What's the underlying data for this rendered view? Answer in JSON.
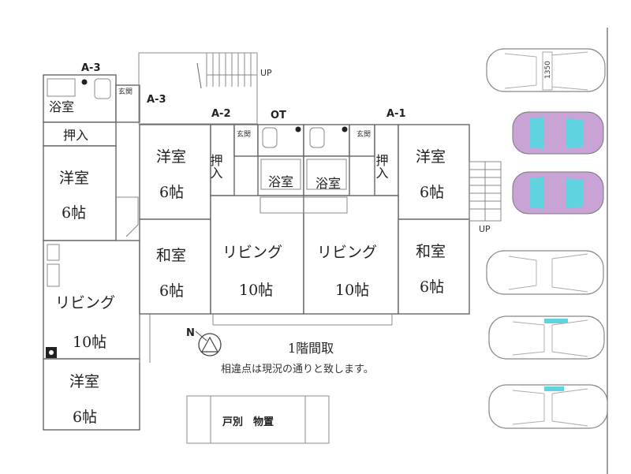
{
  "units": {
    "a3": "A-3",
    "a2": "A-2",
    "a1": "A-1"
  },
  "labels": {
    "a3_bath": "浴室",
    "a3_entrance": "玄関",
    "a3_closet": "押入",
    "a3_western": "洋室",
    "a3_western_size": "6帖",
    "a3_living": "リビング",
    "a3_living_size": "10帖",
    "a3_western2": "洋室",
    "a3_western2_size": "6帖",
    "a2_entrance": "玄関",
    "a2_closet": "押入",
    "a2_western": "洋室",
    "a2_western_size": "6帖",
    "a2_bath": "浴室",
    "a2_japanese": "和室",
    "a2_japanese_size": "6帖",
    "a2_living": "リビング",
    "a2_living_size": "10帖",
    "a1_entrance": "玄関",
    "a1_closet": "押入",
    "a1_western": "洋室",
    "a1_western_size": "6帖",
    "a1_bath": "浴室",
    "a1_japanese": "和室",
    "a1_japanese_size": "6帖",
    "a1_living": "リビング",
    "a1_living_size": "10帖",
    "ot": "OT",
    "up_top": "UP",
    "up_right": "UP",
    "storage": "戸別　物置",
    "plate": "1350"
  },
  "notes": {
    "title": "1階間取",
    "disclaimer": "相違点は現況の通りと致します。"
  },
  "compass": "N",
  "colors": {
    "pink_car": "#c9a3d6",
    "window": "#5fd3df"
  }
}
